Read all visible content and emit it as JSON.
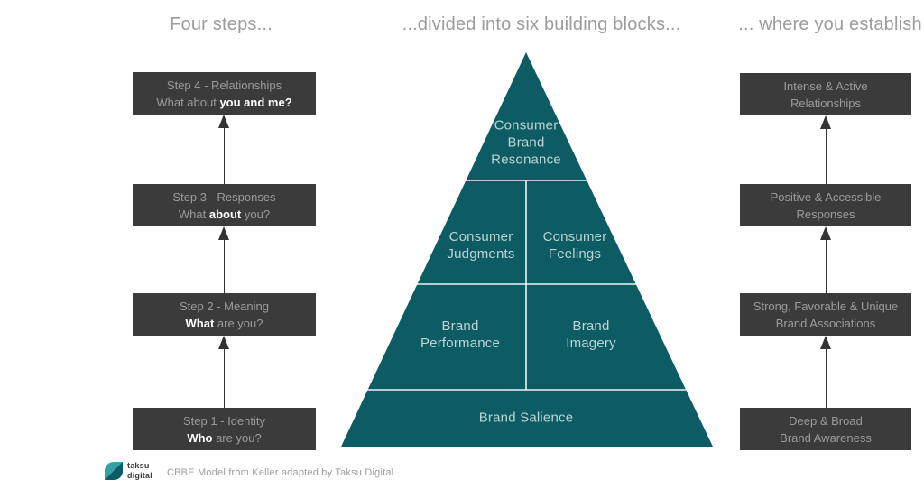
{
  "headers": {
    "left": "Four steps...",
    "center": "...divided into six building blocks...",
    "right": "... where you establish"
  },
  "steps": [
    {
      "title": "Step 4 - Relationships",
      "q_pre": "What about ",
      "q_bold": "you and me?",
      "q_post": ""
    },
    {
      "title": "Step 3 - Responses",
      "q_pre": "What ",
      "q_bold": "about",
      "q_post": " you?"
    },
    {
      "title": "Step 2 - Meaning",
      "q_pre": "",
      "q_bold": "What",
      "q_post": " are you?"
    },
    {
      "title": "Step 1 - Identity",
      "q_pre": "",
      "q_bold": "Who",
      "q_post": " are you?"
    }
  ],
  "pyramid": {
    "resonance": "Consumer\nBrand\nResonance",
    "judgments": "Consumer\nJudgments",
    "feelings": "Consumer\nFeelings",
    "performance": "Brand\nPerformance",
    "imagery": "Brand\nImagery",
    "salience": "Brand Salience"
  },
  "outcomes": [
    "Intense & Active\nRelationships",
    "Positive & Accessible\nResponses",
    "Strong, Favorable & Unique\nBrand Associations",
    "Deep & Broad\nBrand Awareness"
  ],
  "footer": {
    "logo_line1": "taksu",
    "logo_line2": "digital",
    "caption": "CBBE Model from Keller adapted by Taksu Digital"
  },
  "colors": {
    "teal": "#0d5c63",
    "teal-light": "#35a0a5",
    "box-bg": "#3b3b3b",
    "box-text": "#9b9b9b",
    "box-text-bold": "#ffffff",
    "header-text": "#9c9c9c",
    "pyramid-text": "#bcd4d6",
    "divider": "#eaf4f4",
    "arrow": "#333333",
    "caption-text": "#9e9e9e",
    "logo-text": "#3d3d3d"
  }
}
